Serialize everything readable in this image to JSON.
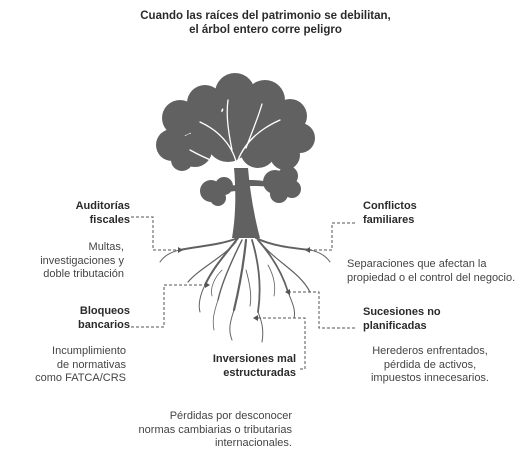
{
  "title": {
    "line1": "Cuando las raíces del patrimonio se debilitan,",
    "line2": "el árbol entero corre peligro"
  },
  "risks": {
    "auditorias": {
      "heading": [
        "Auditorías",
        "fiscales"
      ],
      "desc": [
        "Multas,",
        "investigaciones y",
        "doble tributación"
      ]
    },
    "bloqueos": {
      "heading": [
        "Bloqueos",
        "bancarios"
      ],
      "desc": [
        "Incumplimiento",
        "de normativas",
        "como FATCA/CRS"
      ]
    },
    "inversiones": {
      "heading": [
        "Inversiones mal",
        "estructuradas"
      ],
      "desc": [
        "Pérdidas por desconocer",
        "normas cambiarias o tributarias",
        "internacionales."
      ]
    },
    "conflictos": {
      "heading": [
        "Conflictos",
        "familiares"
      ],
      "desc": [
        "Separaciones que afectan la",
        "propiedad o el control del negocio."
      ]
    },
    "sucesiones": {
      "heading": [
        "Sucesiones no",
        "planificadas"
      ],
      "desc": [
        "Herederos enfrentados,",
        "pérdida de activos,",
        "impuestos innecesarios."
      ]
    }
  },
  "colors": {
    "tree": "#616161",
    "branch": "#ffffff",
    "connector": "#555555"
  },
  "icons": [
    "tree-illustration"
  ]
}
